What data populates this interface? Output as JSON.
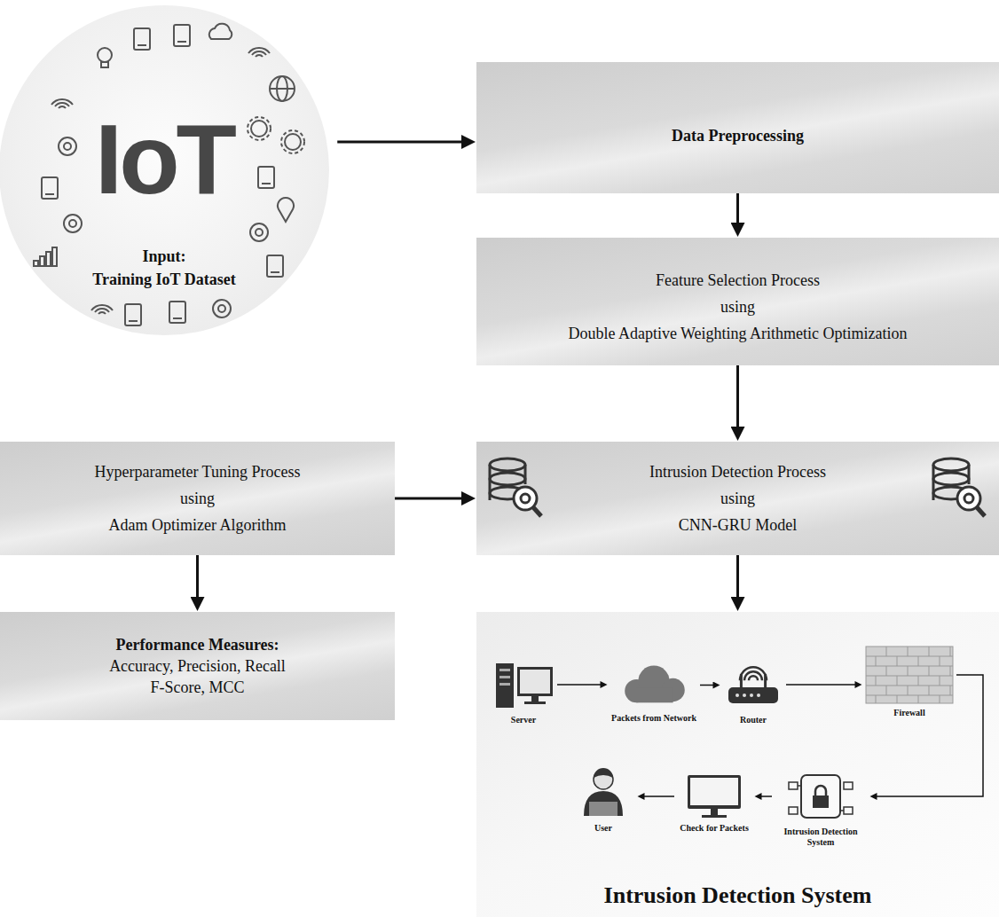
{
  "diagram": {
    "nodes": [
      {
        "text": [
          "IoT",
          "Input:",
          "Training IoT Dataset"
        ]
      },
      {
        "text": [
          "Data Preprocessing"
        ]
      },
      {
        "text": [
          "Feature Selection Process",
          "using",
          "Double Adaptive Weighting Arithmetic Optimization"
        ]
      },
      {
        "text": [
          "Hyperparameter Tuning Process",
          "using",
          "Adam Optimizer Algorithm"
        ]
      },
      {
        "text": [
          "Intrusion Detection Process",
          "using",
          "CNN-GRU Model"
        ]
      },
      {
        "text": [
          "Performance Measures:",
          "Accuracy, Precision, Recall",
          "F-Score, MCC"
        ]
      },
      {
        "text": [
          "Intrusion Detection System"
        ]
      },
      {
        "text": [
          "Server"
        ],
        "in": 6
      },
      {
        "text": [
          "Packets from Network"
        ],
        "in": 6
      },
      {
        "text": [
          "Router"
        ],
        "in": 6
      },
      {
        "text": [
          "Firewall"
        ],
        "in": 6
      },
      {
        "text": [
          "Intrusion Detection System"
        ],
        "in": 6
      },
      {
        "text": [
          "Check for Packets"
        ],
        "in": 6
      },
      {
        "text": [
          "User"
        ],
        "in": 6
      }
    ],
    "edges": [
      {
        "from": 0,
        "to": 1,
        "arrow": "to"
      },
      {
        "from": 1,
        "to": 2,
        "arrow": "to"
      },
      {
        "from": 2,
        "to": 4,
        "arrow": "to"
      },
      {
        "from": 3,
        "to": 4,
        "arrow": "to"
      },
      {
        "from": 3,
        "to": 5,
        "arrow": "to"
      },
      {
        "from": 4,
        "to": 6,
        "arrow": "to"
      },
      {
        "from": 7,
        "to": 8,
        "arrow": "to"
      },
      {
        "from": 8,
        "to": 9,
        "arrow": "to"
      },
      {
        "from": 9,
        "to": 10,
        "arrow": "to"
      },
      {
        "from": 10,
        "to": 11,
        "arrow": "to"
      },
      {
        "from": 11,
        "to": 12,
        "arrow": "to"
      },
      {
        "from": 12,
        "to": 13,
        "arrow": "to"
      }
    ]
  }
}
